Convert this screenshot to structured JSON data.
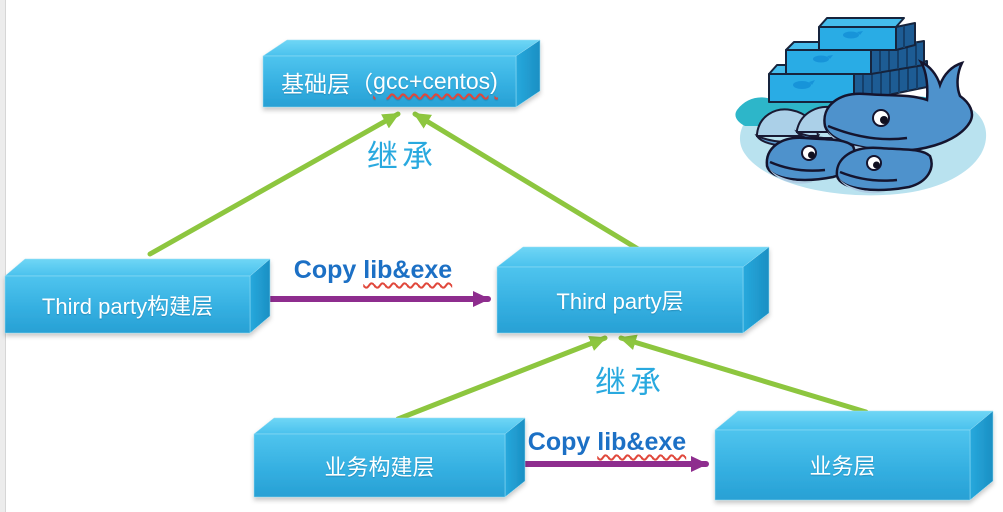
{
  "boxes": [
    {
      "name": "base-layer",
      "prefix": "基础层（",
      "underlined": "gcc+centos)"
    },
    {
      "name": "third-party-build-layer",
      "label": "Third party构建层"
    },
    {
      "name": "third-party-layer",
      "label": "Third party层"
    },
    {
      "name": "business-build-layer",
      "label": "业务构建层"
    },
    {
      "name": "business-layer",
      "label": "业务层"
    }
  ],
  "edge_labels": {
    "inherit_top": "继承",
    "inherit_bottom": "继承",
    "copy_top_prefix": "Copy ",
    "copy_top_underlined": "lib&exe",
    "copy_bottom_prefix": "Copy ",
    "copy_bottom_underlined": "lib&exe"
  },
  "colors": {
    "box_front_top": "#4FC4EE",
    "box_front_bottom": "#28A0D4",
    "box_top_face": "#5FCDF2",
    "box_side_face": "#1F9ED4",
    "arrow_inherit_green": "#8DC63F",
    "arrow_copy_purple": "#8E2D8E",
    "inherit_label_blue": "#29A9DF",
    "copy_label_blue": "#1C70C5",
    "spellcheck_red": "#E0483C",
    "box_text": "#FFFFFF"
  },
  "logo": {
    "name": "docker-swarm-whales-logo"
  }
}
